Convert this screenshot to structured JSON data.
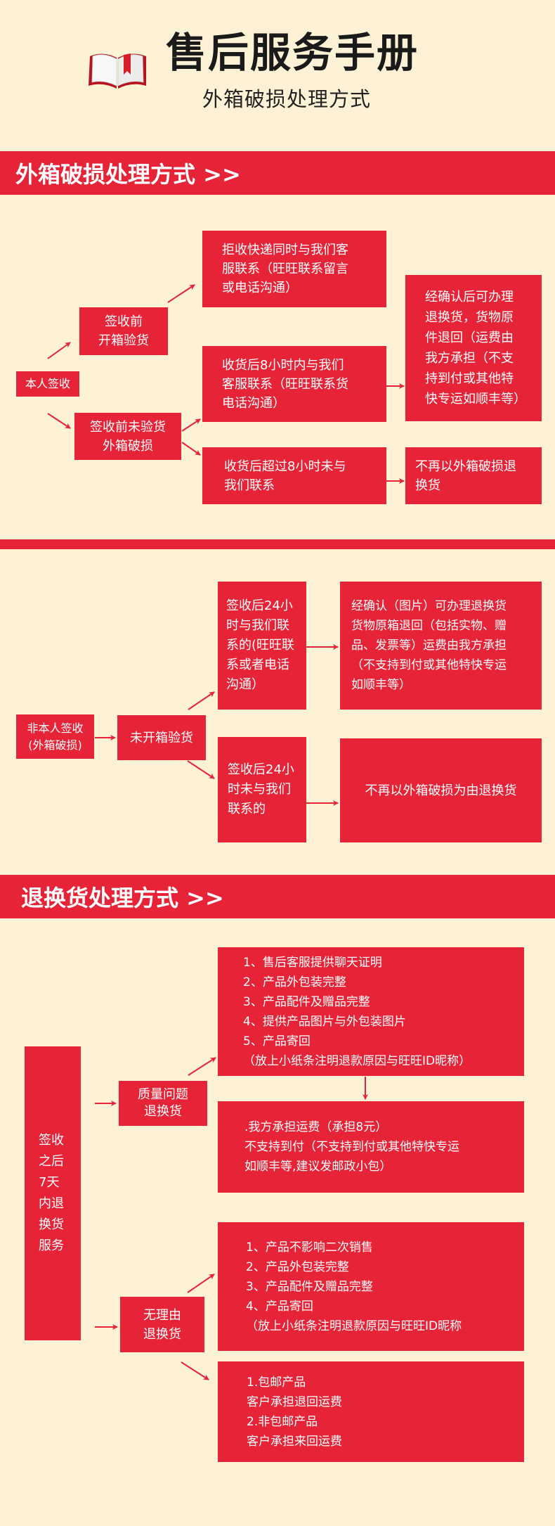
{
  "colors": {
    "accent": "#E72437",
    "background": "#FEF2D6",
    "title": "#1a1a1a"
  },
  "header": {
    "icon": "open-book-icon",
    "title": "售后服务手册",
    "subtitle": "外箱破损处理方式"
  },
  "section1": {
    "heading": "外箱破损处理方式 >>",
    "self_sign": {
      "root": "本人签收",
      "branch_open": [
        "签收前",
        "开箱验货"
      ],
      "branch_unchecked": [
        "签收前未验货",
        "外箱破损"
      ],
      "reject": [
        "拒收快递同时与我们客",
        "服联系（旺旺联系留言",
        "或电话沟通）"
      ],
      "within8h": [
        "收货后8小时内与我们",
        "客服联系（旺旺联系货",
        "电话沟通）"
      ],
      "after8h": [
        "收货后超过8小时未与",
        "我们联系"
      ],
      "result_ok": [
        "经确认后可办理",
        "退换货，货物原",
        "件退回（运费由",
        "我方承担（不支",
        "持到付或其他特",
        "快专运如顺丰等）"
      ],
      "result_no": [
        "不再以外箱破损退",
        "换货"
      ]
    },
    "other_sign": {
      "root": [
        "非本人签收",
        "(外箱破损)"
      ],
      "mid": "未开箱验货",
      "within24h": [
        "签收后24小",
        "时与我们联",
        "系的(旺旺联",
        "系或者电话",
        "沟通）"
      ],
      "after24h": [
        "签收后24小",
        "时未与我们",
        "联系的"
      ],
      "result_ok": [
        "经确认（图片）可办理退换货",
        "货物原箱退回（包括实物、赠",
        "品、发票等）运费由我方承担",
        "（不支持到付或其他特快专运",
        "如顺丰等）"
      ],
      "result_no": "不再以外箱破损为由退换货"
    }
  },
  "section2": {
    "heading": "退换货处理方式 >>",
    "root": [
      "签收",
      "之后",
      "7天",
      "内退",
      "换货",
      "服务"
    ],
    "quality": {
      "label": [
        "质量问题",
        "退换货"
      ],
      "requirements": [
        "1、售后客服提供聊天证明",
        "2、产品外包装完整",
        "3、产品配件及赠品完整",
        "4、提供产品图片与外包装图片",
        "5、产品寄回",
        "（放上小纸条注明退款原因与旺旺ID昵称）"
      ],
      "shipping": [
        ".我方承担运费（承担8元）",
        "不支持到付（不支持到付或其他特快专运",
        "如顺丰等,建议发邮政小包）"
      ]
    },
    "no_reason": {
      "label": [
        "无理由",
        "退换货"
      ],
      "requirements": [
        "1、产品不影响二次销售",
        "2、产品外包装完整",
        "3、产品配件及赠品完整",
        "4、产品寄回",
        "（放上小纸条注明退款原因与旺旺ID昵称"
      ],
      "shipping": [
        "1.包邮产品",
        "客户承担退回运费",
        "2.非包邮产品",
        "客户承担来回运费"
      ]
    }
  }
}
